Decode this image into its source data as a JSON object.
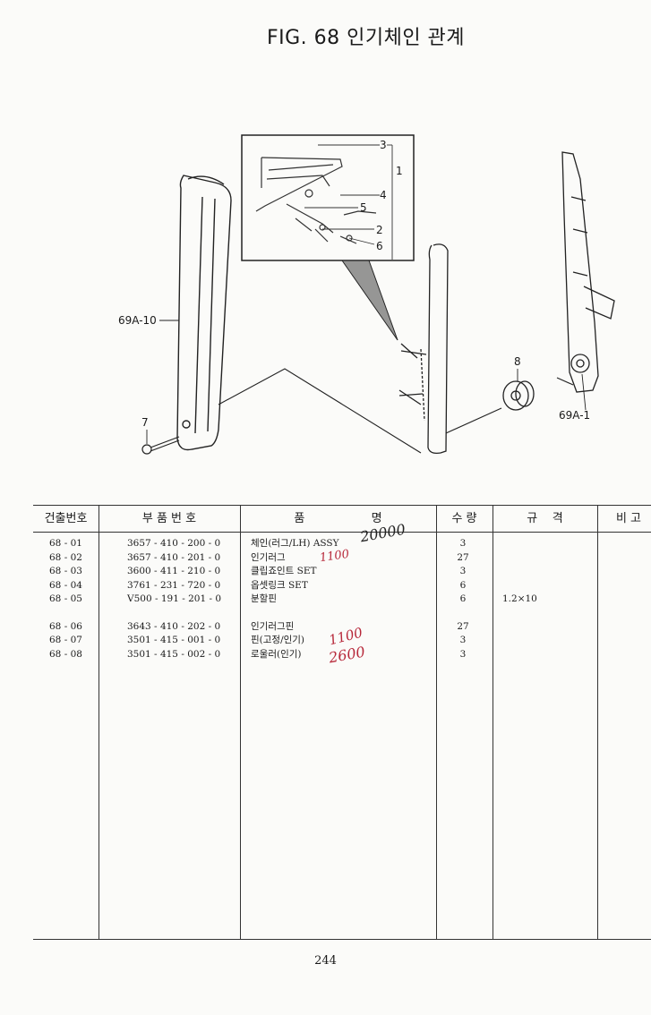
{
  "title": "FIG. 68 인기체인 관계",
  "diagram": {
    "callouts": [
      "3",
      "1",
      "4",
      "5",
      "2",
      "6",
      "69A-10",
      "7",
      "8",
      "69A-1"
    ]
  },
  "table": {
    "headers": [
      "건출번호",
      "부 품 번 호",
      "품                  명",
      "수 량",
      "규    격",
      "비 고"
    ],
    "rows": [
      {
        "ref": "68 - 01",
        "part": "3657 - 410 - 200 - 0",
        "name": "체인(러그/LH) ASSY",
        "qty": "3",
        "spec": ""
      },
      {
        "ref": "68 - 02",
        "part": "3657 - 410 - 201 - 0",
        "name": "인기러그",
        "qty": "27",
        "spec": ""
      },
      {
        "ref": "68 - 03",
        "part": "3600 - 411 - 210 - 0",
        "name": "클립죠인트 SET",
        "qty": "3",
        "spec": ""
      },
      {
        "ref": "68 - 04",
        "part": "3761 - 231 - 720 - 0",
        "name": "옵셋링크 SET",
        "qty": "6",
        "spec": ""
      },
      {
        "ref": "68 - 05",
        "part": "V500 - 191 - 201 - 0",
        "name": "분할핀",
        "qty": "6",
        "spec": "1.2×10"
      },
      {
        "ref": "68 - 06",
        "part": "3643 - 410 - 202 - 0",
        "name": "인기러그핀",
        "qty": "27",
        "spec": ""
      },
      {
        "ref": "68 - 07",
        "part": "3501 - 415 - 001 - 0",
        "name": "핀(고정/인기)",
        "qty": "3",
        "spec": ""
      },
      {
        "ref": "68 - 08",
        "part": "3501 - 415 - 002 - 0",
        "name": "로울러(인기)",
        "qty": "3",
        "spec": ""
      }
    ],
    "handwritten": [
      "20000",
      "1100",
      "1100",
      "2600"
    ]
  },
  "page_number": "244"
}
